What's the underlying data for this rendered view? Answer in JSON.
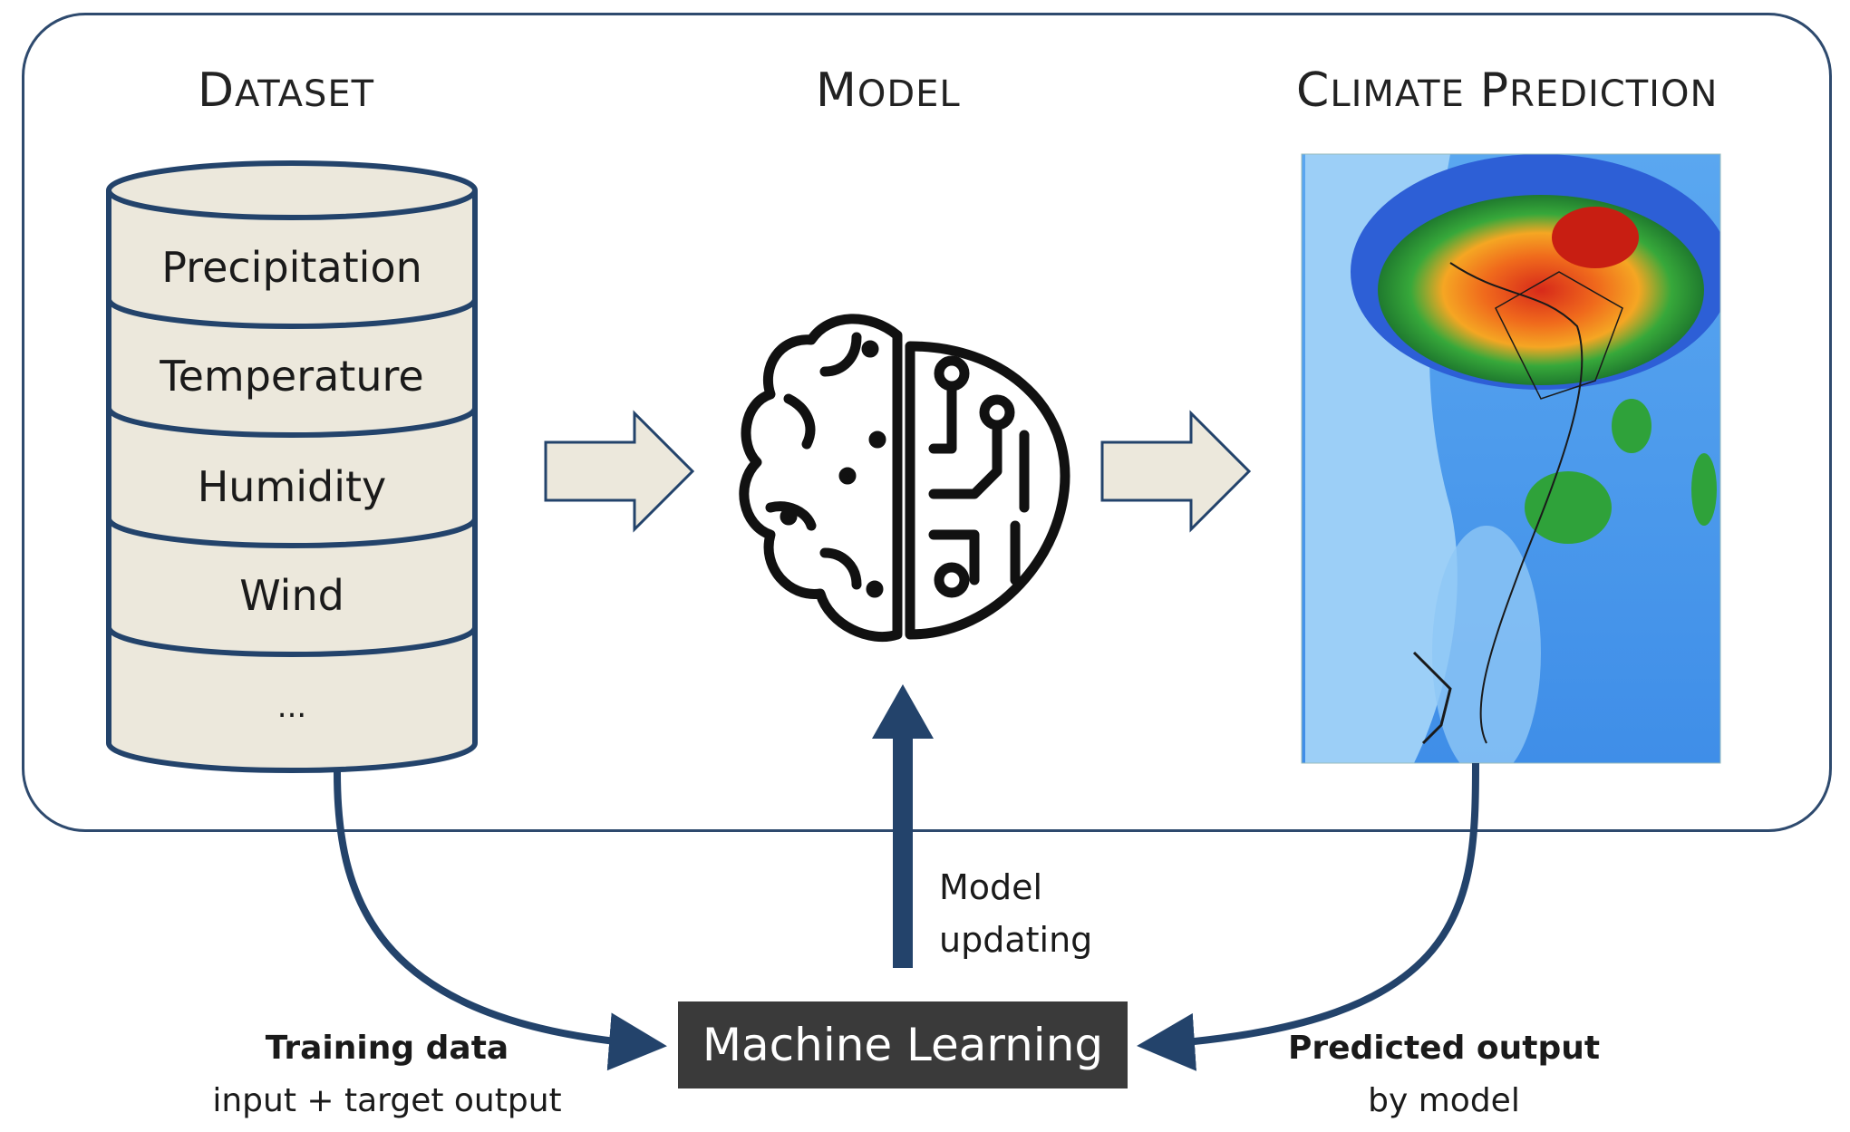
{
  "headings": {
    "dataset": "DATASET",
    "model": "MODEL",
    "climate_prediction": "CLIMATE PREDICTION"
  },
  "dataset_items": [
    "Precipitation",
    "Temperature",
    "Humidity",
    "Wind",
    "..."
  ],
  "machine_learning_label": "Machine Learning",
  "model_updating": {
    "line1": "Model",
    "line2": "updating"
  },
  "training_data": {
    "title": "Training data",
    "subtitle": "input + target output"
  },
  "predicted_output": {
    "title": "Predicted output",
    "subtitle": "by model"
  },
  "colors": {
    "frame": "#2e4a6e",
    "cylinder_fill": "#ece8dc",
    "arrow_fill": "#ece8dc",
    "connector": "#23436b",
    "ml_box": "#3a3a3a"
  },
  "icons": {
    "brain": "brain-circuit-icon",
    "map": "south-america-precipitation-map"
  }
}
